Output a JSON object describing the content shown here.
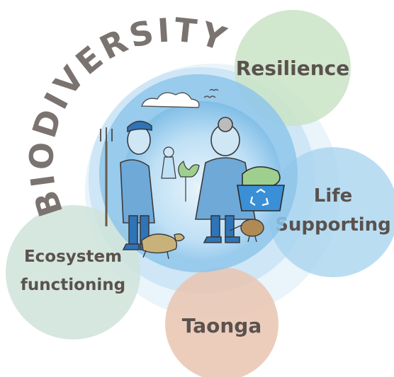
{
  "diagram": {
    "title": "BIODIVERSITY",
    "concepts": [
      {
        "id": "resilience",
        "lines": [
          "Resilience"
        ],
        "color": "#c9e3c6"
      },
      {
        "id": "life-supporting",
        "lines": [
          "Life",
          "Supporting"
        ],
        "color": "#a9d4ef"
      },
      {
        "id": "ecosystem-functioning",
        "lines": [
          "Ecosystem",
          "functioning"
        ],
        "color": "#cfe3d9"
      },
      {
        "id": "taonga",
        "lines": [
          "Taonga"
        ],
        "color": "#e9c4b0"
      }
    ],
    "colors": {
      "title_text": "#7a7370",
      "label_text": "#5a524e",
      "central_circle": "#8ec5ea",
      "central_core": "#bfe0f5",
      "recycle_bin": "#3a8fd6"
    }
  }
}
